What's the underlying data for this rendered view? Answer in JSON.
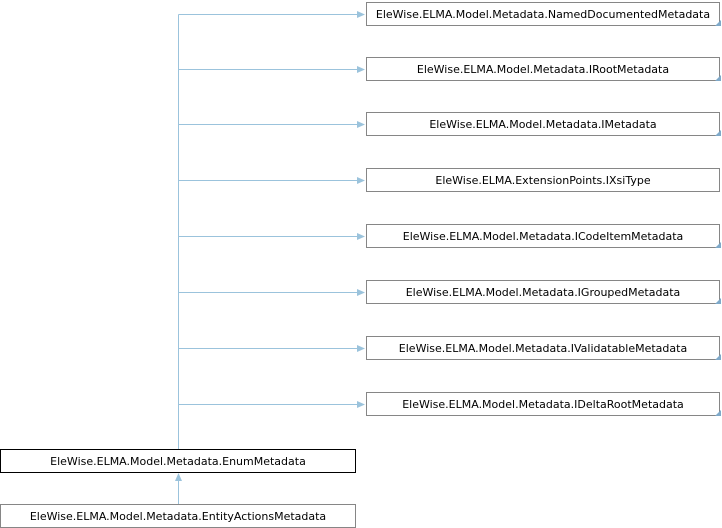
{
  "nodes": {
    "bases": [
      {
        "label": "EleWise.ELMA.Model.Metadata.NamedDocumentedMetadata",
        "truncated": true
      },
      {
        "label": "EleWise.ELMA.Model.Metadata.IRootMetadata",
        "truncated": true
      },
      {
        "label": "EleWise.ELMA.Model.Metadata.IMetadata",
        "truncated": true
      },
      {
        "label": "EleWise.ELMA.ExtensionPoints.IXsiType",
        "truncated": false
      },
      {
        "label": "EleWise.ELMA.Model.Metadata.ICodeItemMetadata",
        "truncated": true
      },
      {
        "label": "EleWise.ELMA.Model.Metadata.IGroupedMetadata",
        "truncated": true
      },
      {
        "label": "EleWise.ELMA.Model.Metadata.IValidatableMetadata",
        "truncated": true
      },
      {
        "label": "EleWise.ELMA.Model.Metadata.IDeltaRootMetadata",
        "truncated": true
      }
    ],
    "current": {
      "label": "EleWise.ELMA.Model.Metadata.EnumMetadata"
    },
    "derived": {
      "label": "EleWise.ELMA.Model.Metadata.EntityActionsMetadata"
    }
  },
  "colors": {
    "edge": "#9bc3dc",
    "border": "#868686",
    "current_border": "#000000"
  }
}
